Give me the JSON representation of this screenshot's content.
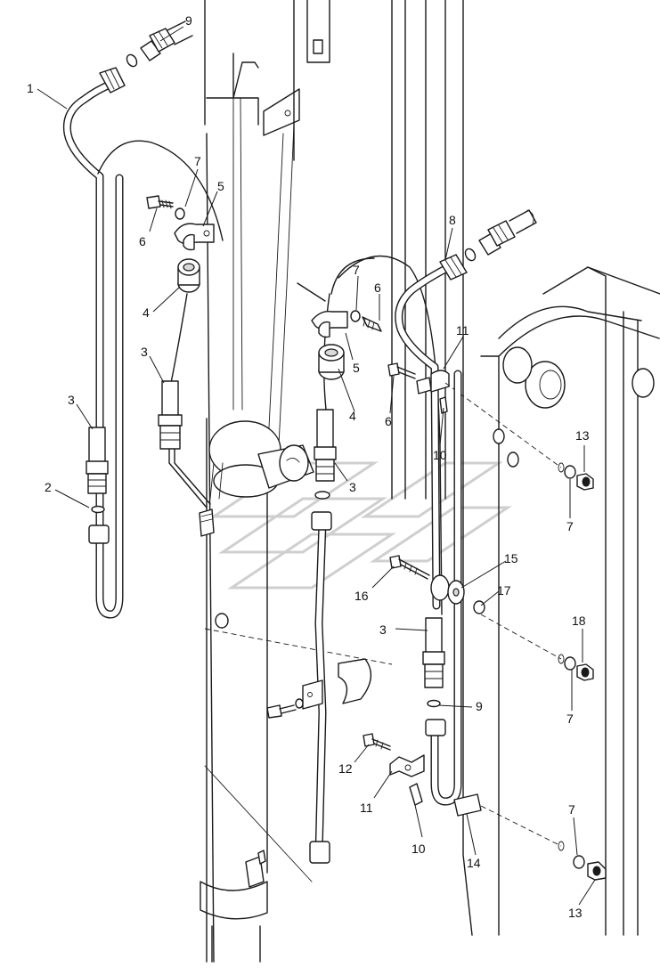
{
  "callouts": [
    {
      "id": "c-9a",
      "label": "9"
    },
    {
      "id": "c-1",
      "label": "1"
    },
    {
      "id": "c-7a",
      "label": "7"
    },
    {
      "id": "c-5a",
      "label": "5"
    },
    {
      "id": "c-6a",
      "label": "6"
    },
    {
      "id": "c-4a",
      "label": "4"
    },
    {
      "id": "c-3a",
      "label": "3"
    },
    {
      "id": "c-3b",
      "label": "3"
    },
    {
      "id": "c-2",
      "label": "2"
    },
    {
      "id": "c-8",
      "label": "8"
    },
    {
      "id": "c-7b",
      "label": "7"
    },
    {
      "id": "c-6b",
      "label": "6"
    },
    {
      "id": "c-5b",
      "label": "5"
    },
    {
      "id": "c-11a",
      "label": "11"
    },
    {
      "id": "c-6c",
      "label": "6"
    },
    {
      "id": "c-4b",
      "label": "4"
    },
    {
      "id": "c-3c",
      "label": "3"
    },
    {
      "id": "c-10a",
      "label": "10"
    },
    {
      "id": "c-13a",
      "label": "13"
    },
    {
      "id": "c-7c",
      "label": "7"
    },
    {
      "id": "c-15",
      "label": "15"
    },
    {
      "id": "c-16",
      "label": "16"
    },
    {
      "id": "c-17",
      "label": "17"
    },
    {
      "id": "c-18",
      "label": "18"
    },
    {
      "id": "c-3d",
      "label": "3"
    },
    {
      "id": "c-7d",
      "label": "7"
    },
    {
      "id": "c-9b",
      "label": "9"
    },
    {
      "id": "c-12",
      "label": "12"
    },
    {
      "id": "c-11b",
      "label": "11"
    },
    {
      "id": "c-10b",
      "label": "10"
    },
    {
      "id": "c-14",
      "label": "14"
    },
    {
      "id": "c-7e",
      "label": "7"
    },
    {
      "id": "c-13b",
      "label": "13"
    }
  ]
}
